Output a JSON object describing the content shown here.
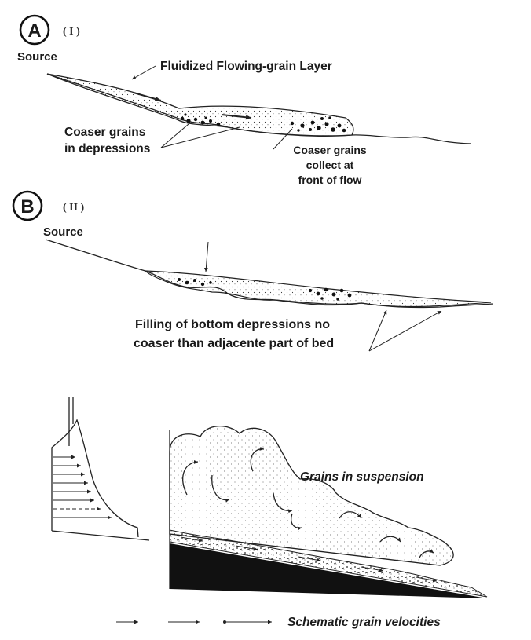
{
  "panel_a": {
    "badge": "A",
    "roman": "( I )",
    "source": "Source",
    "layer_label": "Fluidized Flowing-grain Layer",
    "depressions_label_1": "Coaser grains",
    "depressions_label_2": "in depressions",
    "front_label_1": "Coaser grains",
    "front_label_2": "collect at",
    "front_label_3": "front of flow"
  },
  "panel_b": {
    "badge": "B",
    "roman": "( II )",
    "source": "Source",
    "filling_label_1": "Filling of bottom depressions no",
    "filling_label_2": "coaser than adjacente part of bed"
  },
  "panel_c": {
    "suspension_label": "Grains in suspension",
    "velocities_label": "Schematic grain velocities"
  },
  "colors": {
    "ink": "#1a1a1a",
    "stipple": "#3a3a3a",
    "bed_black": "#111111",
    "background": "#ffffff"
  }
}
